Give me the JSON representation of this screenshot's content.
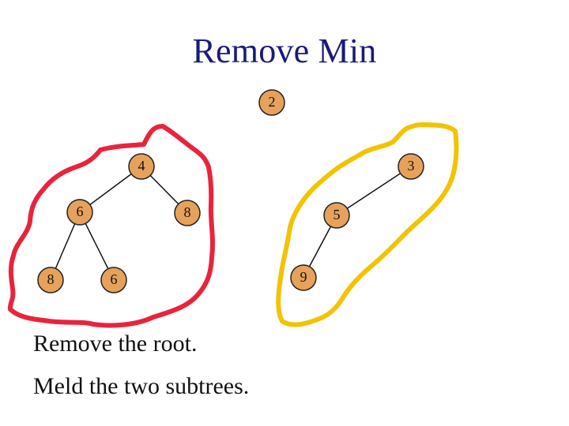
{
  "title": "Remove Min",
  "diagram": {
    "root": "2",
    "left_subtree": {
      "nodes": [
        "4",
        "6",
        "8",
        "8",
        "6"
      ],
      "edges": [
        [
          "4",
          "6"
        ],
        [
          "4",
          "8"
        ],
        [
          "6",
          "8"
        ],
        [
          "6",
          "6"
        ]
      ]
    },
    "right_subtree": {
      "nodes": [
        "3",
        "5",
        "9"
      ],
      "edges": [
        [
          "3",
          "5"
        ],
        [
          "5",
          "9"
        ]
      ]
    },
    "colors": {
      "node_fill": "#e6a25a",
      "node_stroke": "#222222",
      "left_outline": "#e8243c",
      "right_outline": "#f2c300",
      "title": "#1a1a7a"
    }
  },
  "captions": [
    "Remove the root.",
    "Meld the two subtrees."
  ]
}
